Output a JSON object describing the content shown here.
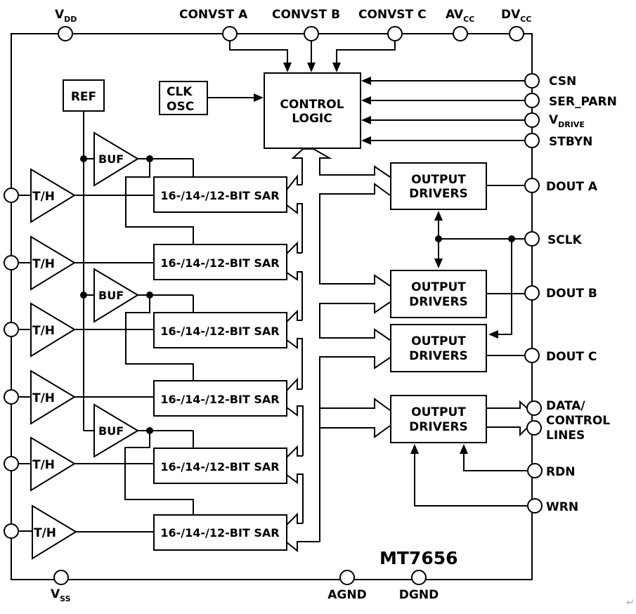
{
  "diagram": {
    "part_number": "MT7656",
    "top_pins": [
      {
        "name": "V",
        "sub": "DD"
      },
      {
        "name": "CONVST A",
        "sub": ""
      },
      {
        "name": "CONVST B",
        "sub": ""
      },
      {
        "name": "CONVST C",
        "sub": ""
      },
      {
        "name": "AV",
        "sub": "CC"
      },
      {
        "name": "DV",
        "sub": "CC"
      }
    ],
    "right_pins": [
      {
        "name": "CSN",
        "sub": ""
      },
      {
        "name": "SER_PARN",
        "sub": ""
      },
      {
        "name": "V",
        "sub": "DRIVE"
      },
      {
        "name": "STBYN",
        "sub": ""
      },
      {
        "name": "DOUT A",
        "sub": ""
      },
      {
        "name": "SCLK",
        "sub": ""
      },
      {
        "name": "DOUT B",
        "sub": ""
      },
      {
        "name": "DOUT C",
        "sub": ""
      },
      {
        "name": "RDN",
        "sub": ""
      },
      {
        "name": "WRN",
        "sub": ""
      }
    ],
    "data_control_label": [
      "DATA/",
      "CONTROL",
      "LINES"
    ],
    "bottom_pins": [
      {
        "name": "V",
        "sub": "SS"
      },
      {
        "name": "AGND",
        "sub": ""
      },
      {
        "name": "DGND",
        "sub": ""
      }
    ],
    "blocks": {
      "ref": "REF",
      "clk_osc": [
        "CLK",
        "OSC"
      ],
      "control_logic": [
        "CONTROL",
        "LOGIC"
      ],
      "buf": "BUF",
      "track_hold": "T/H",
      "sar": "16-/14-/12-BIT SAR",
      "output_drivers": [
        "OUTPUT",
        "DRIVERS"
      ]
    },
    "channel_count": 6,
    "buffer_count": 3,
    "output_driver_count": 4,
    "return_mark": "↵"
  }
}
